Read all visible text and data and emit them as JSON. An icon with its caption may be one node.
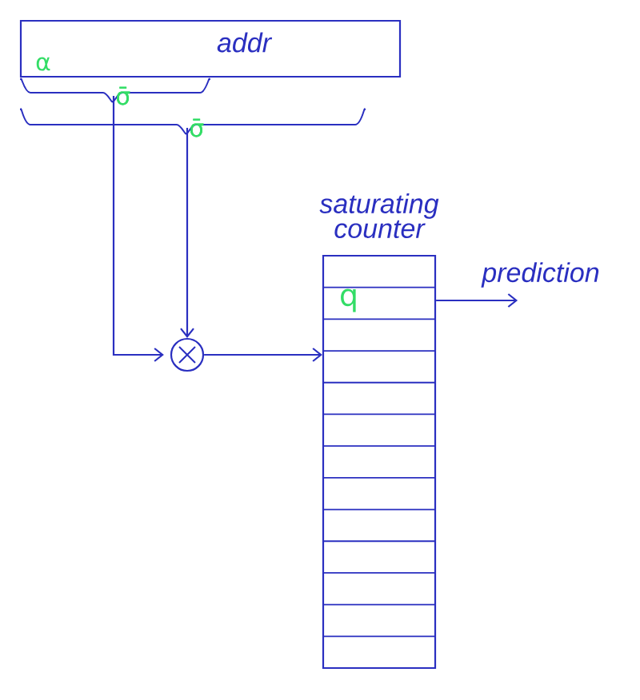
{
  "diagram": {
    "nodes": [
      {
        "text": [
          "addr",
          "α"
        ]
      },
      {
        "text": [
          "σ̄"
        ]
      },
      {
        "text": [
          "σ̄"
        ]
      },
      {
        "text": [],
        "shape": "circle"
      },
      {
        "text": [
          "saturating counter",
          "q"
        ]
      }
    ],
    "edges": [
      {
        "from": 1,
        "to": 3,
        "arrow": "to"
      },
      {
        "from": 2,
        "to": 3,
        "arrow": "to"
      },
      {
        "from": 3,
        "to": 4,
        "arrow": "to"
      },
      {
        "from": 4,
        "to": null,
        "arrow": "to",
        "label": "prediction"
      }
    ]
  }
}
